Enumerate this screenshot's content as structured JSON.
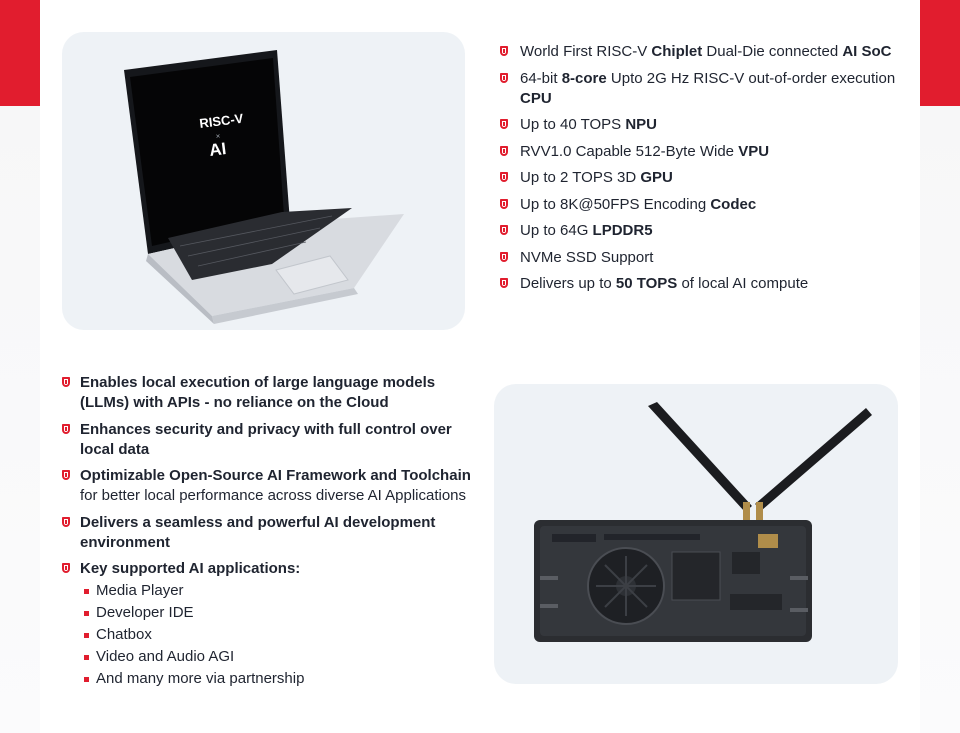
{
  "colors": {
    "accent": "#e11d2e",
    "card": "#eef2f6",
    "text": "#1f2430"
  },
  "laptop_screen": {
    "brand": "RISC-V",
    "sep": "×",
    "ai": "AI"
  },
  "features": [
    {
      "parts": [
        {
          "t": "World First RISC-V ",
          "b": false
        },
        {
          "t": "Chiplet",
          "b": true
        },
        {
          "t": " Dual-Die connected ",
          "b": false
        },
        {
          "t": "AI SoC",
          "b": true
        }
      ]
    },
    {
      "parts": [
        {
          "t": "64-bit ",
          "b": false
        },
        {
          "t": "8-core",
          "b": true
        },
        {
          "t": " Upto 2G Hz RISC-V out-of-order execution ",
          "b": false
        },
        {
          "t": "CPU",
          "b": true
        }
      ]
    },
    {
      "parts": [
        {
          "t": "Up to 40 TOPS ",
          "b": false
        },
        {
          "t": "NPU",
          "b": true
        }
      ]
    },
    {
      "parts": [
        {
          "t": "RVV1.0 Capable 512-Byte Wide ",
          "b": false
        },
        {
          "t": "VPU",
          "b": true
        }
      ]
    },
    {
      "parts": [
        {
          "t": "Up to 2 TOPS 3D ",
          "b": false
        },
        {
          "t": "GPU",
          "b": true
        }
      ]
    },
    {
      "parts": [
        {
          "t": "Up to 8K@50FPS Encoding ",
          "b": false
        },
        {
          "t": "Codec",
          "b": true
        }
      ]
    },
    {
      "parts": [
        {
          "t": "Up to 64G ",
          "b": false
        },
        {
          "t": "LPDDR5",
          "b": true
        }
      ]
    },
    {
      "parts": [
        {
          "t": "NVMe SSD Support",
          "b": false
        }
      ]
    },
    {
      "parts": [
        {
          "t": "Delivers up to ",
          "b": false
        },
        {
          "t": "50 TOPS",
          "b": true
        },
        {
          "t": " of local AI compute",
          "b": false
        }
      ]
    }
  ],
  "benefits": [
    {
      "parts": [
        {
          "t": "Enables local execution of large language models (LLMs) with APIs - no reliance on the Cloud",
          "b": true
        }
      ]
    },
    {
      "parts": [
        {
          "t": "Enhances security and privacy with full control over local data",
          "b": true
        }
      ]
    },
    {
      "parts": [
        {
          "t": "Optimizable Open-Source AI Framework and Toolchain",
          "b": true
        },
        {
          "t": " for better local performance across diverse AI Applications",
          "b": false
        }
      ]
    },
    {
      "parts": [
        {
          "t": "Delivers a seamless and powerful AI development environment",
          "b": true
        }
      ]
    },
    {
      "parts": [
        {
          "t": "Key supported AI applications:",
          "b": true
        }
      ],
      "sub": [
        "Media Player",
        "Developer IDE",
        "Chatbox",
        "Video and Audio AGI",
        "And many more via partnership"
      ]
    }
  ]
}
